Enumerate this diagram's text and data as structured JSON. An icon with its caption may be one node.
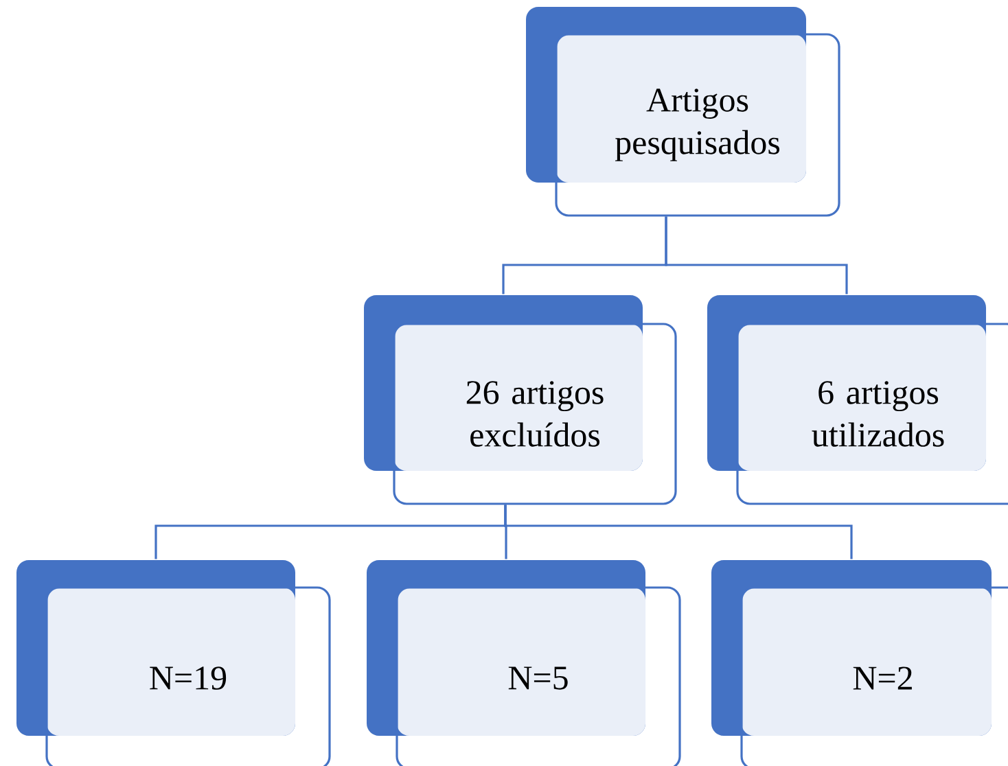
{
  "diagram": {
    "nodes": [
      {
        "text": [
          "Artigos pesquisados"
        ]
      },
      {
        "text": [
          "26 artigos excluídos"
        ]
      },
      {
        "text": [
          "6 artigos utilizados"
        ]
      },
      {
        "text": [
          "N=19"
        ]
      },
      {
        "text": [
          "N=5"
        ]
      },
      {
        "text": [
          "N=2"
        ]
      }
    ],
    "edges": [
      {
        "from": 0,
        "to": 1,
        "arrow": "none"
      },
      {
        "from": 0,
        "to": 2,
        "arrow": "none"
      },
      {
        "from": 1,
        "to": 3,
        "arrow": "none"
      },
      {
        "from": 1,
        "to": 4,
        "arrow": "none"
      },
      {
        "from": 1,
        "to": 5,
        "arrow": "none"
      }
    ]
  }
}
